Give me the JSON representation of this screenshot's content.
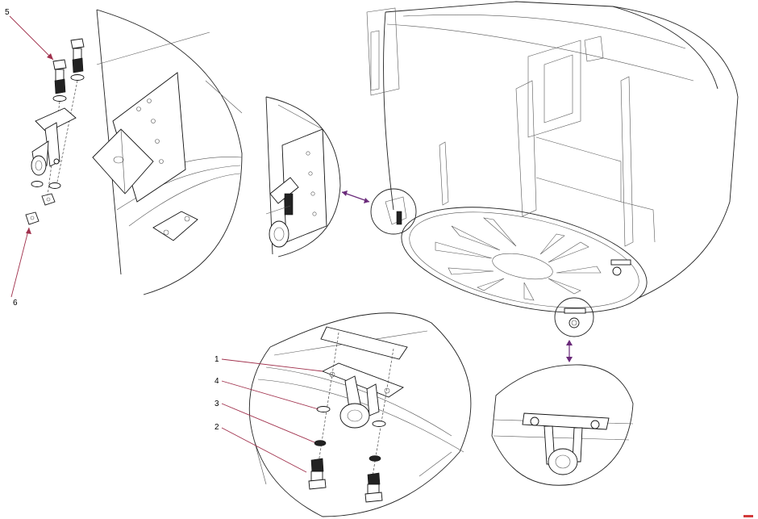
{
  "callouts": {
    "c1": "1",
    "c2": "2",
    "c3": "3",
    "c4": "4",
    "c5": "5",
    "c6": "6"
  },
  "colors": {
    "leader": "#a0304c",
    "arrow": "#6a2a7a",
    "line": "#222222"
  }
}
